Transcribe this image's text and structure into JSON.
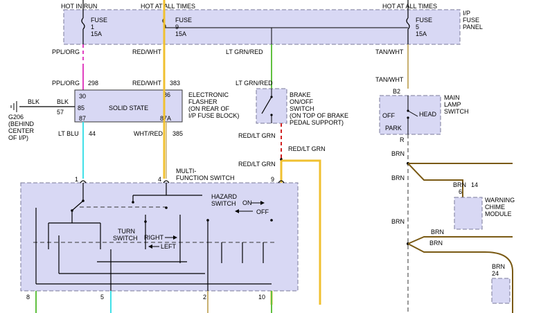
{
  "fuse_panel": {
    "hot_in_run": "HOT IN RUN",
    "hot_all_times_1": "HOT AT ALL TIMES",
    "hot_all_times_2": "HOT AT ALL TIMES",
    "panel_label": [
      "I/P",
      "FUSE",
      "PANEL"
    ],
    "fuse1": [
      "FUSE",
      "1",
      "15A"
    ],
    "fuse9": [
      "FUSE",
      "9",
      "15A"
    ],
    "fuse5": [
      "FUSE",
      "5",
      "15A"
    ]
  },
  "wires": {
    "ppl_org_top": "PPL/ORG",
    "red_wht_top": "RED/WHT",
    "lt_grn_red_top": "LT GRN/RED",
    "tan_wht_top": "TAN/WHT",
    "ppl_org_bot": "PPL/ORG",
    "ppl_org_circuit": "298",
    "red_wht_bot": "RED/WHT",
    "red_wht_circuit": "383",
    "lt_grn_red_bot": "LT GRN/RED",
    "tan_wht_bot": "TAN/WHT",
    "blk_1": "BLK",
    "blk_2": "BLK",
    "blk_circuit": "57",
    "lt_blu": "LT BLU",
    "lt_blu_circuit": "44",
    "wht_red": "WHT/RED",
    "wht_red_circuit": "385",
    "red_lt_grn_1": "RED/LT GRN",
    "red_lt_grn_2": "RED/LT GRN",
    "red_lt_grn_3": "RED/LT GRN",
    "brn_1": "BRN",
    "brn_2": "BRN",
    "brn_3": "BRN",
    "brn_4": "BRN",
    "brn_5": "BRN",
    "brn_6": "BRN",
    "brn_7": "BRN",
    "brn_14": "14",
    "brn_24": "24"
  },
  "flasher": {
    "title": "SOLID STATE",
    "desc": [
      "ELECTRONIC",
      "FLASHER",
      "(ON REAR OF",
      "I/P FUSE BLOCK)"
    ],
    "pins": [
      "30",
      "85",
      "87",
      "86",
      "87A"
    ]
  },
  "ground": [
    "G206",
    "(BEHIND",
    "CENTER",
    "OF I/P)"
  ],
  "brake_switch": [
    "BRAKE",
    "ON/OFF",
    "SWITCH",
    "(ON TOP OF BRAKE",
    "PEDAL SUPPORT)"
  ],
  "main_lamp": {
    "desc": [
      "MAIN",
      "LAMP",
      "SWITCH"
    ],
    "pin_top": "B2",
    "pin_bot": "R",
    "off": "OFF",
    "park": "PARK",
    "head": "HEAD"
  },
  "chime": {
    "desc": [
      "WARNING",
      "CHIME",
      "MODULE"
    ],
    "pin": "6"
  },
  "multifunction": {
    "desc": [
      "MULTI-",
      "FUNCTION SWITCH"
    ],
    "pins_top": [
      "1",
      "4",
      "9"
    ],
    "pins_bot": [
      "8",
      "5",
      "2",
      "10"
    ],
    "hazard": [
      "HAZARD",
      "SWITCH"
    ],
    "on": "ON",
    "off": "OFF",
    "turn": [
      "TURN",
      "SWITCH"
    ],
    "right": "RIGHT",
    "left": "LEFT"
  },
  "colors": {
    "box_fill": "#d8d8f4",
    "highlight": "#f0c030",
    "pink": "#e040c0",
    "cyan": "#40e0e8",
    "green": "#60c040",
    "tan": "#c8b070",
    "red": "#d02020",
    "brown": "#7a5a14"
  }
}
